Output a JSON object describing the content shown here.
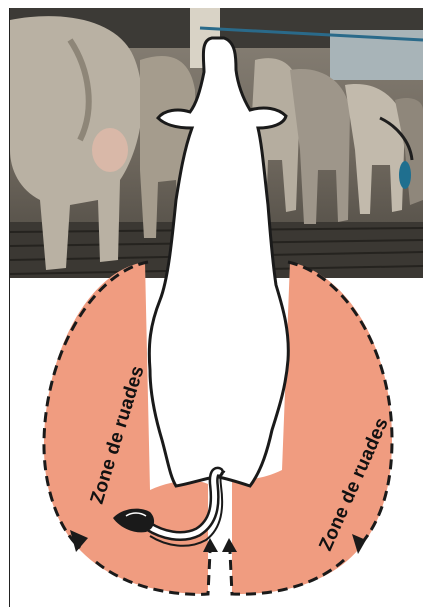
{
  "diagram": {
    "zone_labels": {
      "left": "Zone de ruades",
      "right": "Zone de ruades"
    },
    "colors": {
      "zone_fill": "#f09c80",
      "outline": "#1a1a1a",
      "cow_silhouette": "#ffffff",
      "photo_base": "#6f675d"
    },
    "photo": {
      "subject": "dairy cows standing in a milking barn stall"
    },
    "icons": [
      "cow-silhouette-icon",
      "cow-tail-icon",
      "arrowhead-icon"
    ]
  }
}
